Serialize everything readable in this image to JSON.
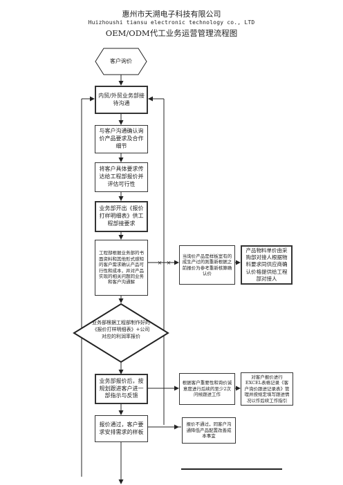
{
  "header": {
    "company_cn": "惠州市天溯电子科技有限公司",
    "company_en": "Huizhoushi tiansu electronic technology co., LTD",
    "title": "OEM/ODM代工业务运营管理流程图"
  },
  "flow": {
    "start": "客户询价",
    "step1": "内贸/外贸业务部接待沟通",
    "step2": "与客户沟通确认询价产品要求及合作细节",
    "step3": "将客户具体要求传达给工程部报价并评估可行性",
    "step4": "业务部开出《报价打样明细表》供工程部接要求",
    "step5": "工程部根据业务部的书面资料和其他形式感知的客户需求确认产品可行性和成本，并对产品实现的相关问题同业务和客户沟通解",
    "side5a": "当询价产品是样板室有的成生产过的则重新根据之前报价为参考重新核算确认价",
    "side5b": "产品物料单价由采购部对接人根据物料要求同供应商确认价格提供给工程部对接人",
    "decision": "业务部根据工程部制作好的《报价打样明细表》+公司对应的利润率报价",
    "step6": "业务部报价后，按规划跟进客户进一部指示与反馈",
    "side6a": "根据客户重要性和询价诚意度进行后续的至少2次问候跟进工作",
    "side6b": "对客户报价进行EXCEL表格记录《客户询价跟进记录表》管理并按规定填写跟进情况以作后续工作指引",
    "step7": "报价通过，客户要求安排需求的样板",
    "side7a": "报价不通过，同客户沟通降低产品配置改善成本事宜"
  }
}
